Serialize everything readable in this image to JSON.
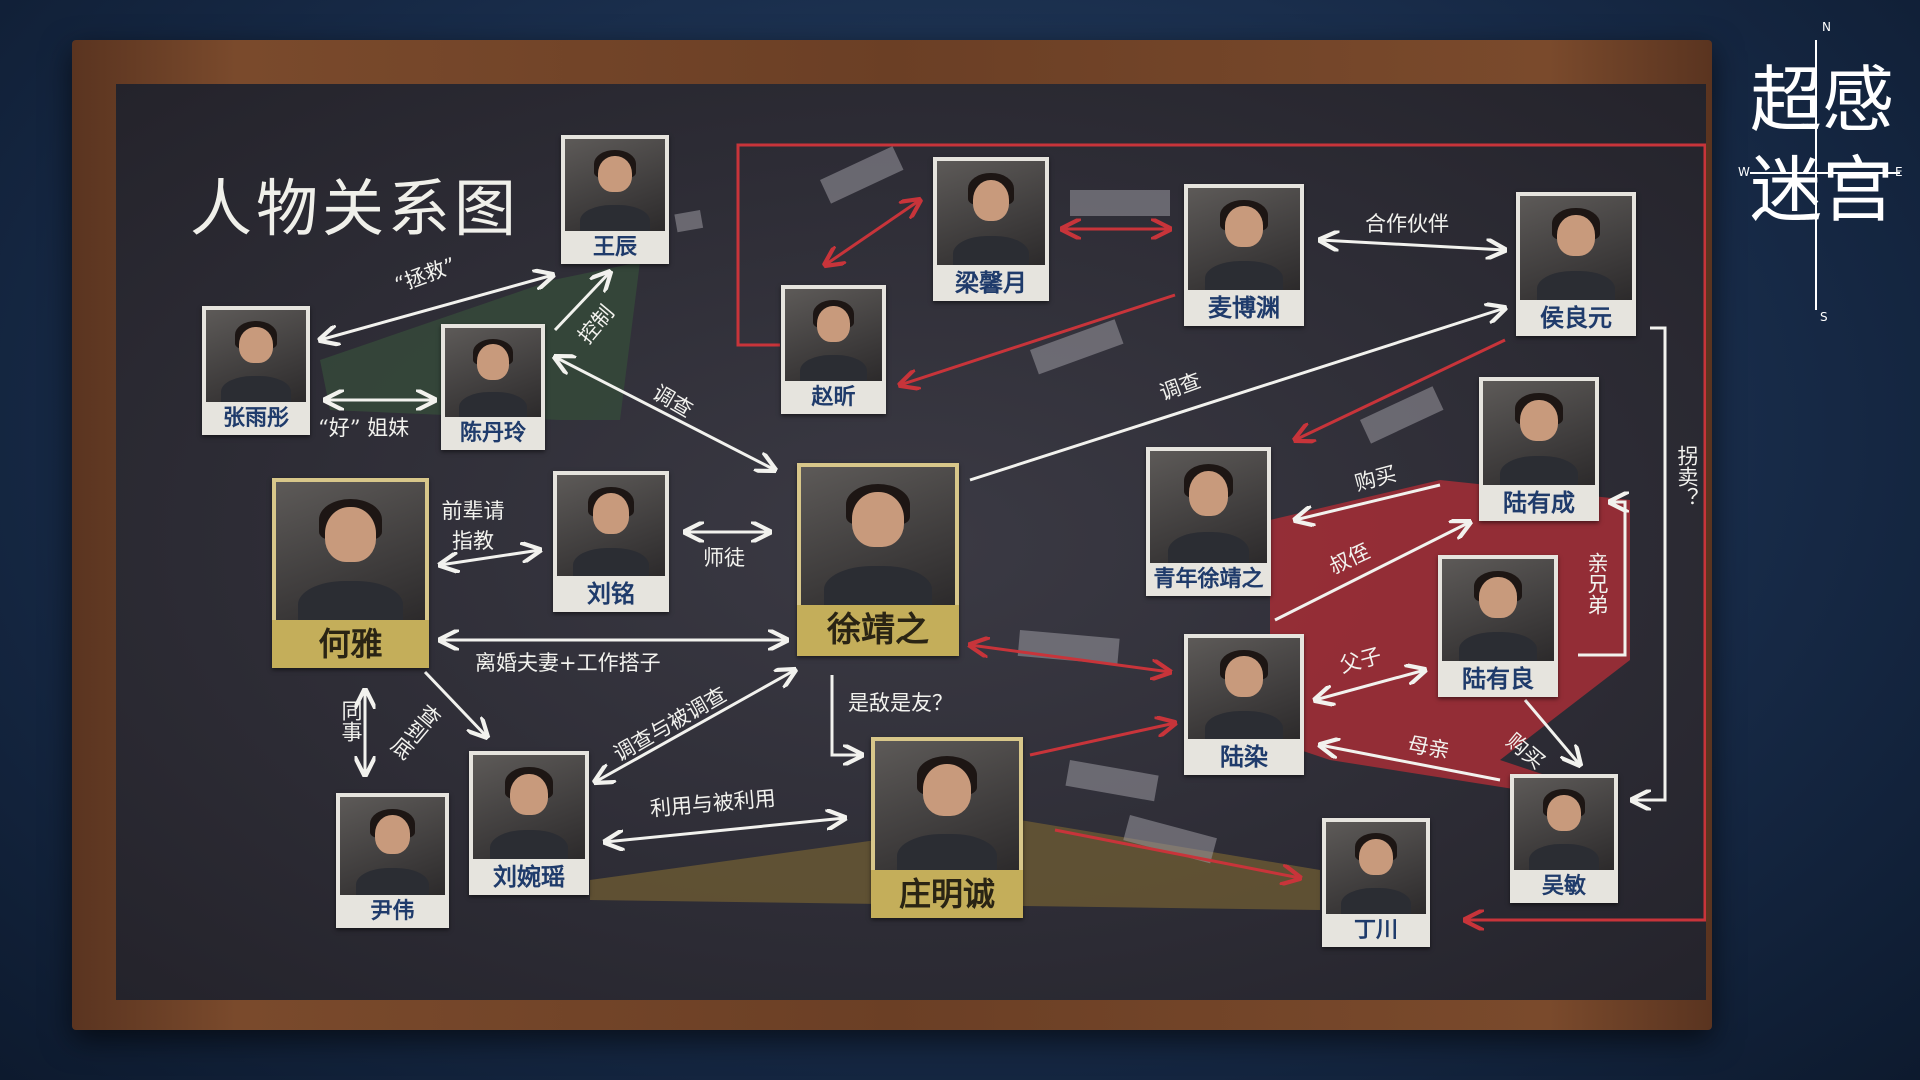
{
  "title": "人物关系图",
  "logo": {
    "chars": [
      "超",
      "感",
      "迷",
      "宫"
    ],
    "compass": {
      "n": "N",
      "w": "W",
      "e": "E",
      "s": "S"
    }
  },
  "colors": {
    "chalk": "#f2f2ee",
    "red": "#c8343a",
    "red_patch": "#9e2e36",
    "green_patch": "#35493a",
    "olive_patch": "#6b5a33",
    "name_blue": "#1f3b6b",
    "main_yellow": "#c4ae5a"
  },
  "people": [
    {
      "name": "王辰"
    },
    {
      "name": "张雨彤"
    },
    {
      "name": "陈丹玲"
    },
    {
      "name": "梁馨月"
    },
    {
      "name": "赵昕"
    },
    {
      "name": "麦博渊"
    },
    {
      "name": "侯良元"
    },
    {
      "name": "何雅",
      "main": true
    },
    {
      "name": "刘铭"
    },
    {
      "name": "徐靖之",
      "main": true
    },
    {
      "name": "青年徐靖之"
    },
    {
      "name": "陆有成"
    },
    {
      "name": "陆有良"
    },
    {
      "name": "陆染"
    },
    {
      "name": "吴敏"
    },
    {
      "name": "丁川"
    },
    {
      "name": "庄明诚",
      "main": true
    },
    {
      "name": "刘婉瑶"
    },
    {
      "name": "尹伟"
    }
  ],
  "relations": [
    {
      "label": "“拯救”"
    },
    {
      "label": "“好” 姐妹"
    },
    {
      "label": "控制"
    },
    {
      "label": "调查"
    },
    {
      "label": "合作伙伴"
    },
    {
      "label": "调查"
    },
    {
      "label": "购买"
    },
    {
      "label": "叔侄"
    },
    {
      "label": "亲兄弟"
    },
    {
      "label": "拐卖？"
    },
    {
      "label": "父子"
    },
    {
      "label": "母亲"
    },
    {
      "label": "购买"
    },
    {
      "label": "离婚夫妻+工作搭子"
    },
    {
      "label": "前辈请指教"
    },
    {
      "label": "师徒"
    },
    {
      "label": "是敌是友？"
    },
    {
      "label": "调查与被调查"
    },
    {
      "label": "利用与被利用"
    },
    {
      "label": "查到底"
    },
    {
      "label": "同事"
    }
  ]
}
